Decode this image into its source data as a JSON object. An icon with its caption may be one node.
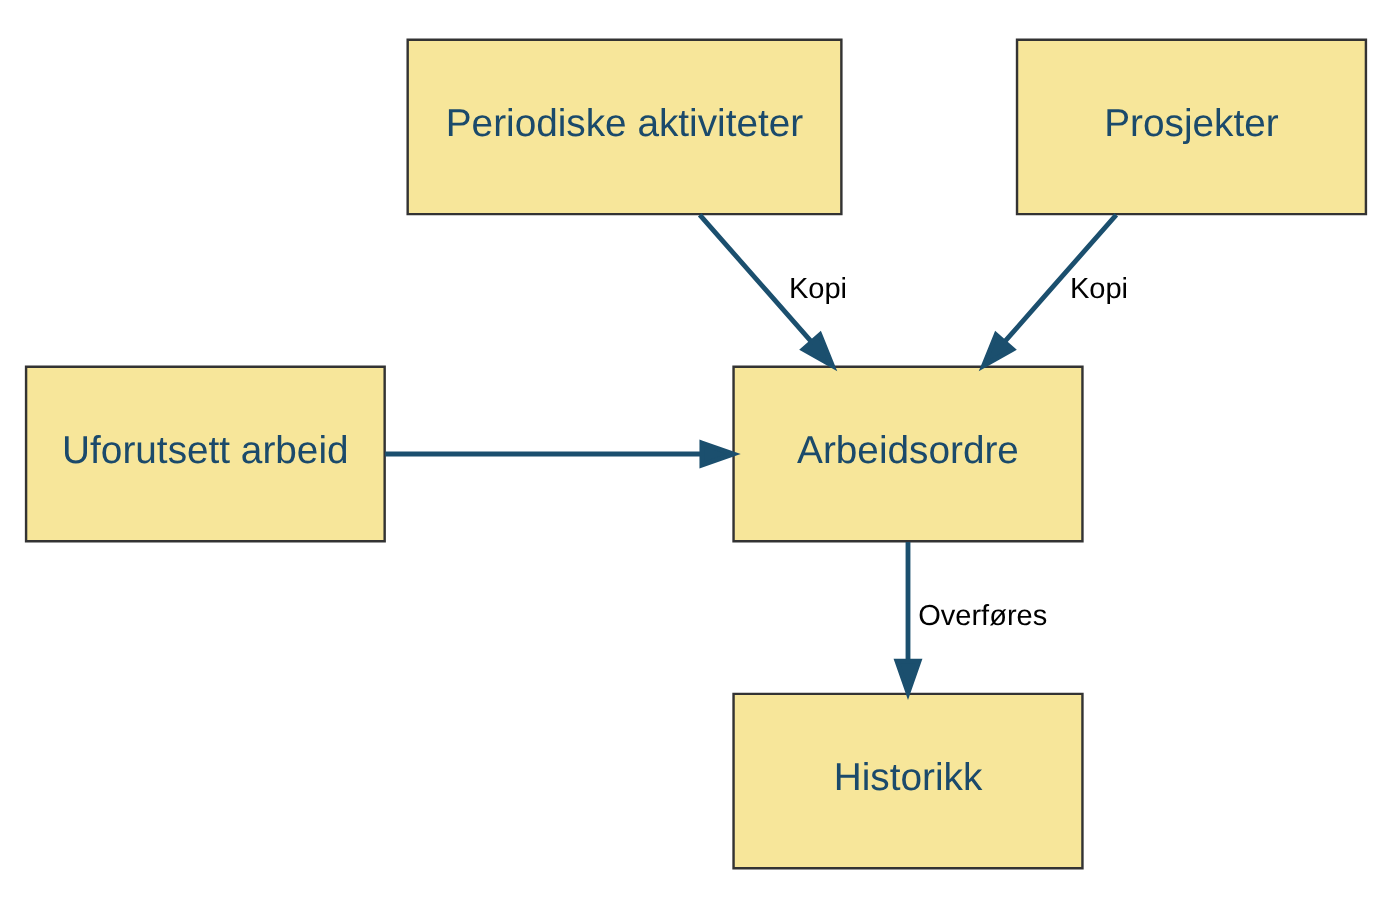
{
  "diagram": {
    "nodes": [
      {
        "text": [
          "Periodiske aktiviteter"
        ]
      },
      {
        "text": [
          "Prosjekter"
        ]
      },
      {
        "text": [
          "Uforutsett arbeid"
        ]
      },
      {
        "text": [
          "Arbeidsordre"
        ]
      },
      {
        "text": [
          "Historikk"
        ]
      }
    ],
    "edges": [
      {
        "from": 0,
        "to": 3,
        "arrow": "to",
        "label": "Kopi"
      },
      {
        "from": 2,
        "to": 3,
        "arrow": "to"
      },
      {
        "from": 1,
        "to": 3,
        "arrow": "to",
        "label": "Kopi"
      },
      {
        "from": 3,
        "to": 4,
        "arrow": "to",
        "label": "Overføres"
      }
    ]
  }
}
